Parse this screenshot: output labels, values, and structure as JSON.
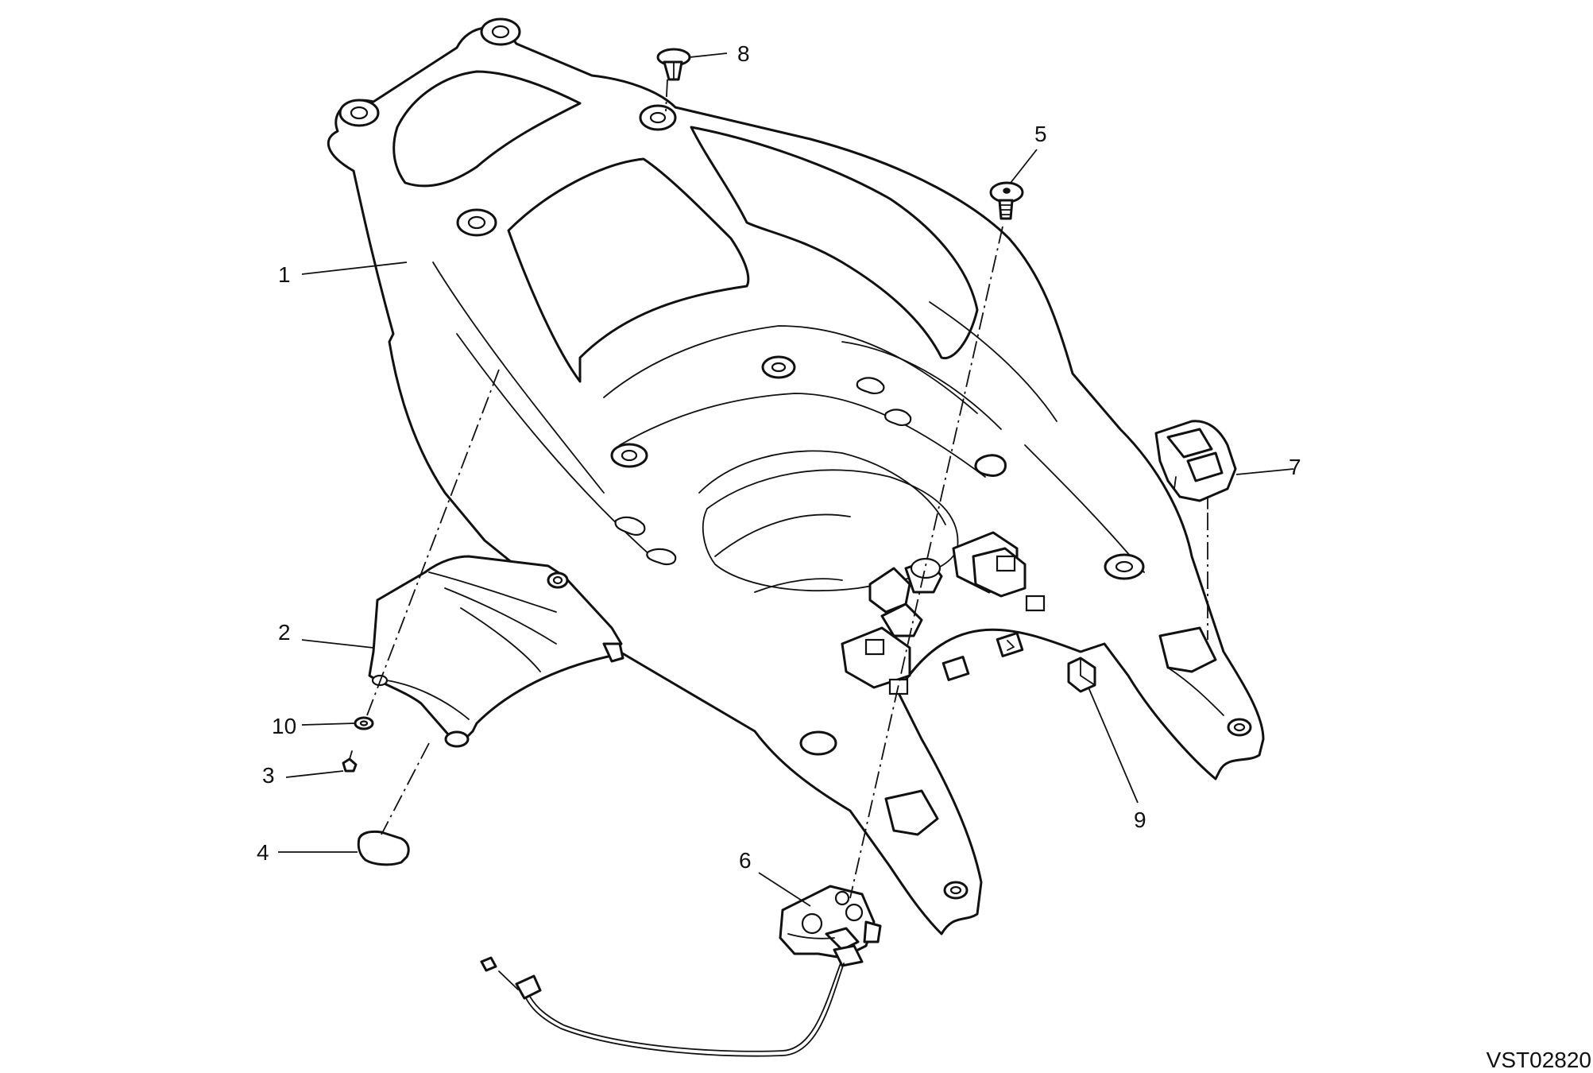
{
  "drawing_code": "VST02820",
  "callouts": {
    "c1": "1",
    "c2": "2",
    "c3": "3",
    "c4": "4",
    "c5": "5",
    "c6": "6",
    "c7": "7",
    "c8": "8",
    "c9": "9",
    "c10": "10"
  }
}
